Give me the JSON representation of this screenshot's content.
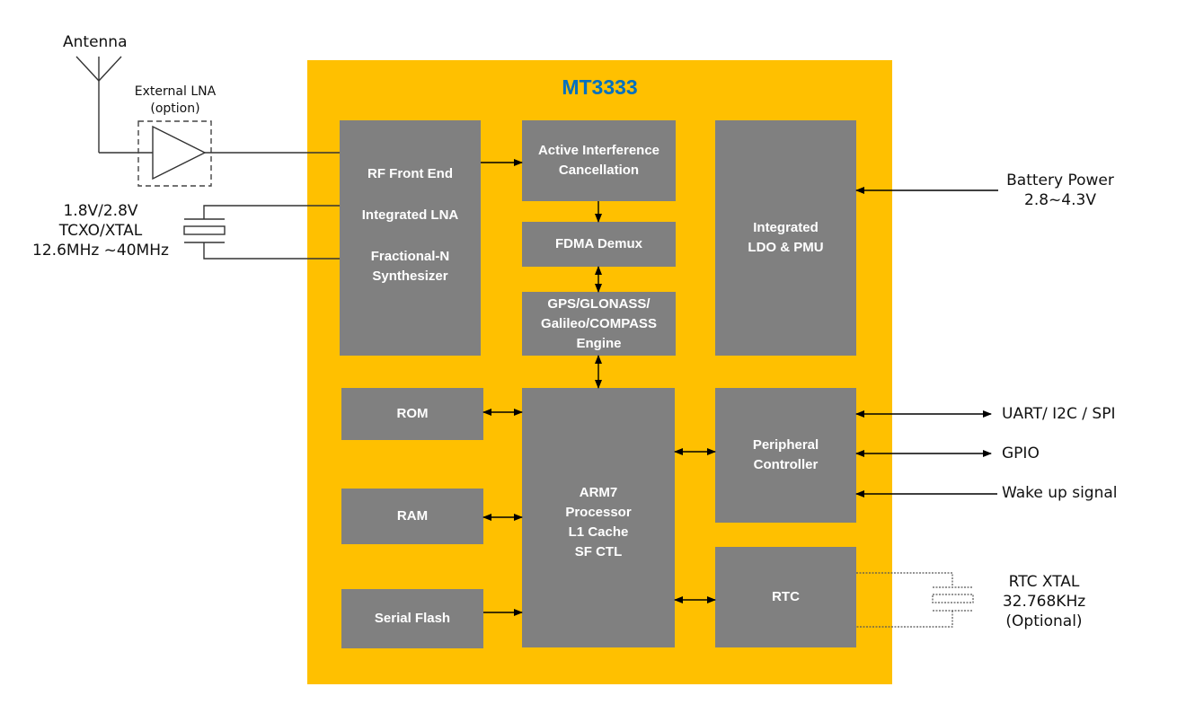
{
  "chip": {
    "title": "MT3333",
    "colors": {
      "chip_fill": "#FFC000",
      "block_fill": "#808080",
      "title": "#0070C0",
      "line": "#000000"
    }
  },
  "blocks": {
    "rf_front_end": {
      "lines": [
        "RF Front End",
        "Integrated LNA",
        "Fractional-N",
        "Synthesizer"
      ]
    },
    "aic": {
      "lines": [
        "Active Interference",
        "Cancellation"
      ]
    },
    "fdma": {
      "lines": [
        "FDMA Demux"
      ]
    },
    "engine": {
      "lines": [
        "GPS/GLONASS/",
        "Galileo/COMPASS",
        "Engine"
      ]
    },
    "ldo_pmu": {
      "lines": [
        "Integrated",
        "LDO & PMU"
      ]
    },
    "rom": {
      "lines": [
        "ROM"
      ]
    },
    "ram": {
      "lines": [
        "RAM"
      ]
    },
    "serial_flash": {
      "lines": [
        "Serial Flash"
      ]
    },
    "arm7": {
      "lines": [
        "ARM7",
        "Processor",
        "L1 Cache",
        "SF CTL"
      ]
    },
    "peripheral": {
      "lines": [
        "Peripheral",
        "Controller"
      ]
    },
    "rtc": {
      "lines": [
        "RTC"
      ]
    }
  },
  "external": {
    "antenna": "Antenna",
    "ext_lna": {
      "lines": [
        "External LNA",
        "(option)"
      ]
    },
    "tcxo": {
      "lines": [
        "1.8V/2.8V",
        "TCXO/XTAL",
        "12.6MHz ~40MHz"
      ]
    },
    "battery": {
      "lines": [
        "Battery Power",
        "2.8~4.3V"
      ]
    },
    "uart": "UART/ I2C / SPI",
    "gpio": "GPIO",
    "wakeup": "Wake up signal",
    "rtc_xtal": {
      "lines": [
        "RTC XTAL",
        "32.768KHz",
        "(Optional)"
      ]
    }
  },
  "connections": [
    {
      "from": "antenna",
      "to": "ext_lna",
      "type": "line"
    },
    {
      "from": "ext_lna",
      "to": "rf_front_end",
      "type": "line"
    },
    {
      "from": "tcxo",
      "to": "rf_front_end",
      "type": "line"
    },
    {
      "from": "rf_front_end",
      "to": "aic",
      "type": "arrow"
    },
    {
      "from": "aic",
      "to": "fdma",
      "type": "arrow"
    },
    {
      "from": "fdma",
      "to": "engine",
      "type": "bidirectional"
    },
    {
      "from": "engine",
      "to": "arm7",
      "type": "bidirectional"
    },
    {
      "from": "battery",
      "to": "ldo_pmu",
      "type": "arrow"
    },
    {
      "from": "rom",
      "to": "arm7",
      "type": "bidirectional"
    },
    {
      "from": "ram",
      "to": "arm7",
      "type": "bidirectional"
    },
    {
      "from": "serial_flash",
      "to": "arm7",
      "type": "arrow"
    },
    {
      "from": "arm7",
      "to": "peripheral",
      "type": "bidirectional"
    },
    {
      "from": "arm7",
      "to": "rtc",
      "type": "bidirectional"
    },
    {
      "from": "peripheral",
      "to": "uart",
      "type": "bidirectional"
    },
    {
      "from": "peripheral",
      "to": "gpio",
      "type": "bidirectional"
    },
    {
      "from": "wakeup",
      "to": "peripheral",
      "type": "arrow"
    },
    {
      "from": "rtc",
      "to": "rtc_xtal",
      "type": "dotted"
    }
  ]
}
